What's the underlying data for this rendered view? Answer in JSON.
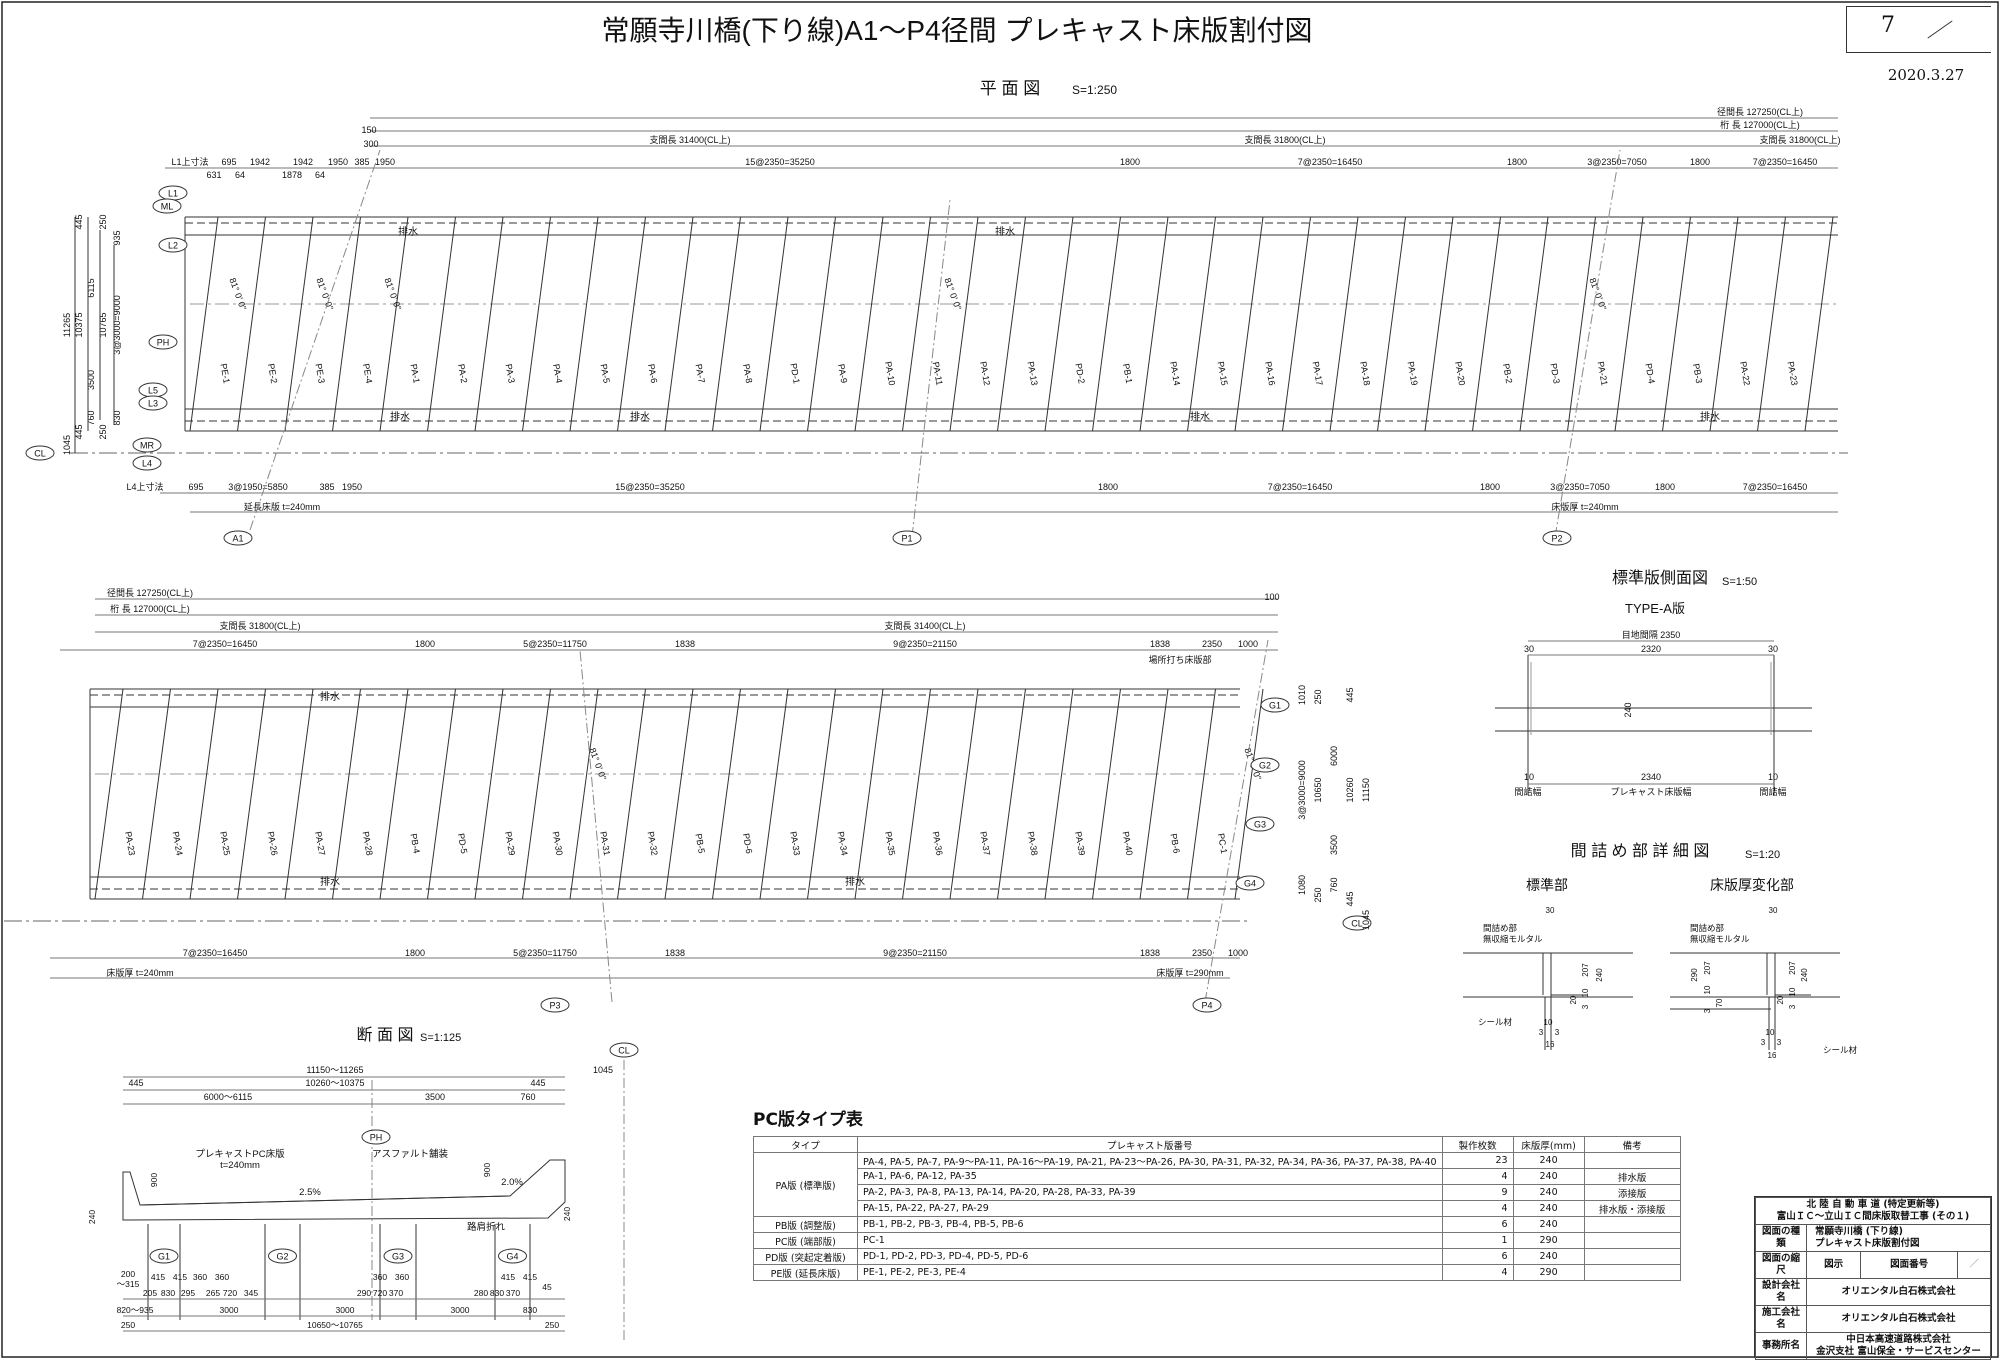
{
  "title": "常願寺川橋(下り線)A1～P4径間 プレキャスト床版割付図",
  "page_number": "7",
  "date": "2020.3.27",
  "plan": {
    "title": "平 面 図",
    "scale": "S=1:250",
    "upper_labels": [
      "PE-1",
      "PE-2",
      "PE-3",
      "PE-4",
      "PA-1",
      "PA-2",
      "PA-3",
      "PA-4",
      "PA-5",
      "PA-6",
      "PA-7",
      "PA-8",
      "PD-1",
      "PA-9",
      "PA-10",
      "PA-11",
      "PA-12",
      "PA-13",
      "PD-2",
      "PB-1",
      "PA-14",
      "PA-15",
      "PA-16",
      "PA-17",
      "PA-18",
      "PA-19",
      "PA-20",
      "PB-2",
      "PD-3",
      "PA-21",
      "PD-4",
      "PB-3",
      "PA-22",
      "PA-23"
    ],
    "lower_labels": [
      "PA-23",
      "PA-24",
      "PA-25",
      "PA-26",
      "PA-27",
      "PA-28",
      "PB-4",
      "PD-5",
      "PA-29",
      "PA-30",
      "PA-31",
      "PA-32",
      "PB-5",
      "PD-6",
      "PA-33",
      "PA-34",
      "PA-35",
      "PA-36",
      "PA-37",
      "PA-38",
      "PA-39",
      "PA-40",
      "PB-6",
      "PC-1"
    ],
    "upper_dims_top": [
      "径間長  127250(CL上)",
      "桁  長  127000(CL上)",
      "支間長  31400(CL上)",
      "支間長  31800(CL上)",
      "支間長  31800(CL上)",
      "150",
      "300"
    ],
    "upper_dims_row": [
      "L1上寸法",
      "695",
      "1942",
      "1942",
      "1950",
      "385",
      "1950",
      "15@2350=35250",
      "1800",
      "7@2350=16450",
      "1800",
      "3@2350=7050",
      "1800",
      "7@2350=16450",
      "631",
      "64",
      "1878",
      "64"
    ],
    "upper_dims_bottom": [
      "L4上寸法",
      "695",
      "3@1950=5850",
      "385",
      "1950",
      "15@2350=35250",
      "1800",
      "7@2350=16450",
      "1800",
      "3@2350=7050",
      "1800",
      "7@2350=16450"
    ],
    "upper_notes": [
      "延長床版  t=240mm",
      "床版厚  t=240mm"
    ],
    "left_dims": [
      "445",
      "250",
      "935",
      "6115",
      "11265",
      "10375",
      "10765",
      "3@3000=9000",
      "3500",
      "760",
      "830",
      "445",
      "250",
      "1045"
    ],
    "line_tags": [
      "L1",
      "ML",
      "L2",
      "PH",
      "L5",
      "L3",
      "MR",
      "L4",
      "CL"
    ],
    "piers": [
      "A1",
      "P1",
      "P2",
      "P3",
      "P4"
    ],
    "drain": "排水",
    "skew": "81° 0' 0\"",
    "lower_dims_top": [
      "径間長  127250(CL上)",
      "桁  長  127000(CL上)",
      "支間長  31800(CL上)",
      "支間長  31400(CL上)",
      "100"
    ],
    "lower_dims_row": [
      "7@2350=16450",
      "1800",
      "5@2350=11750",
      "1838",
      "9@2350=21150",
      "1838",
      "2350",
      "1000"
    ],
    "lower_dims_bottom": [
      "7@2350=16450",
      "1800",
      "5@2350=11750",
      "1838",
      "9@2350=21150",
      "1838",
      "2350",
      "1000"
    ],
    "lower_notes": [
      "床版厚  t=240mm",
      "床版厚  t=290mm",
      "場所打ち床版部"
    ],
    "girders": [
      "G1",
      "G2",
      "G3",
      "G4"
    ],
    "right_dims": [
      "1010",
      "250",
      "445",
      "6000",
      "3@3000=9000",
      "10650",
      "10260",
      "11150",
      "3500",
      "760",
      "1080",
      "250",
      "445",
      "1045"
    ]
  },
  "side_view": {
    "title": "標準版側面図",
    "scale": "S=1:50",
    "subtitle": "TYPE-A版",
    "dims": [
      "目地間隔  2350",
      "30",
      "2320",
      "30",
      "240",
      "10",
      "2340",
      "10"
    ],
    "labels": [
      "間詰幅",
      "プレキャスト床版幅",
      "間詰幅"
    ]
  },
  "joint_detail": {
    "title": "間 詰 め 部 詳 細 図",
    "scale": "S=1:20",
    "std_title": "標準部",
    "var_title": "床版厚変化部",
    "mortar_1": "間詰め部",
    "mortar_2": "無収縮モルタル",
    "seal": "シール材",
    "std_dims": [
      "30",
      "207",
      "240",
      "10",
      "20",
      "3",
      "10",
      "3",
      "3",
      "16"
    ],
    "var_dims": [
      "30",
      "290",
      "207",
      "10",
      "70",
      "3",
      "207",
      "240",
      "10",
      "20",
      "3",
      "10",
      "3",
      "3",
      "16"
    ]
  },
  "section": {
    "title": "断 面 図",
    "scale": "S=1:125",
    "dims_top": [
      "11150～11265",
      "1045",
      "445",
      "10260～10375",
      "445",
      "6000～6115",
      "3500",
      "760"
    ],
    "dims_bottom": [
      "200",
      "～315",
      "415",
      "415",
      "360",
      "360",
      "360",
      "360",
      "415",
      "415",
      "45",
      "205",
      "830",
      "295",
      "265",
      "720",
      "345",
      "290",
      "720",
      "370",
      "280",
      "830",
      "370",
      "820～935",
      "3000",
      "3000",
      "3000",
      "830",
      "250",
      "10650～10765",
      "250"
    ],
    "notes": [
      "プレキャストPC床版",
      "t=240mm",
      "アスファルト舗装",
      "2.5%",
      "2.0%",
      "路肩折れ",
      "900",
      "900",
      "240",
      "240"
    ],
    "tags": [
      "PH",
      "CL",
      "G1",
      "G2",
      "G3",
      "G4"
    ]
  },
  "pc_table": {
    "title": "PC版タイプ表",
    "headers": [
      "タイプ",
      "プレキャスト版番号",
      "製作枚数",
      "床版厚(mm)",
      "備考"
    ],
    "rows": [
      {
        "type": "PA版  (標準版)",
        "ids": "PA-4, PA-5, PA-7, PA-9～PA-11, PA-16～PA-19, PA-21, PA-23～PA-26, PA-30, PA-31, PA-32, PA-34, PA-36, PA-37, PA-38, PA-40",
        "count": "23",
        "thk": "240",
        "note": ""
      },
      {
        "type": "",
        "ids": "PA-1, PA-6, PA-12, PA-35",
        "count": "4",
        "thk": "240",
        "note": "排水版"
      },
      {
        "type": "",
        "ids": "PA-2, PA-3, PA-8, PA-13, PA-14, PA-20, PA-28, PA-33, PA-39",
        "count": "9",
        "thk": "240",
        "note": "添接版"
      },
      {
        "type": "",
        "ids": "PA-15, PA-22, PA-27, PA-29",
        "count": "4",
        "thk": "240",
        "note": "排水版・添接版"
      },
      {
        "type": "PB版  (調整版)",
        "ids": "PB-1, PB-2, PB-3, PB-4, PB-5, PB-6",
        "count": "6",
        "thk": "240",
        "note": ""
      },
      {
        "type": "PC版  (端部版)",
        "ids": "PC-1",
        "count": "1",
        "thk": "290",
        "note": ""
      },
      {
        "type": "PD版  (突起定着版)",
        "ids": "PD-1, PD-2, PD-3, PD-4, PD-5, PD-6",
        "count": "6",
        "thk": "240",
        "note": ""
      },
      {
        "type": "PE版  (延長床版)",
        "ids": "PE-1, PE-2, PE-3, PE-4",
        "count": "4",
        "thk": "290",
        "note": ""
      }
    ]
  },
  "title_block": {
    "project_1": "北 陸 自 動 車 道 (特定更新等)",
    "project_2": "富山ＩＣ～立山ＩＣ間床版取替工事 (その１)",
    "kind_label": "図面の種類",
    "kind_1": "常願寺川橋 (下り線)",
    "kind_2": "プレキャスト床版割付図",
    "scale_label": "図面の縮尺",
    "scale_value": "図示",
    "number_label": "図面番号",
    "number_value": "／",
    "designer_label": "設計会社名",
    "designer": "オリエンタル白石株式会社",
    "builder_label": "施工会社名",
    "builder": "オリエンタル白石株式会社",
    "office_label": "事務所名",
    "office_1": "中日本高速道路株式会社",
    "office_2": "金沢支社  富山保全・サービスセンター"
  }
}
